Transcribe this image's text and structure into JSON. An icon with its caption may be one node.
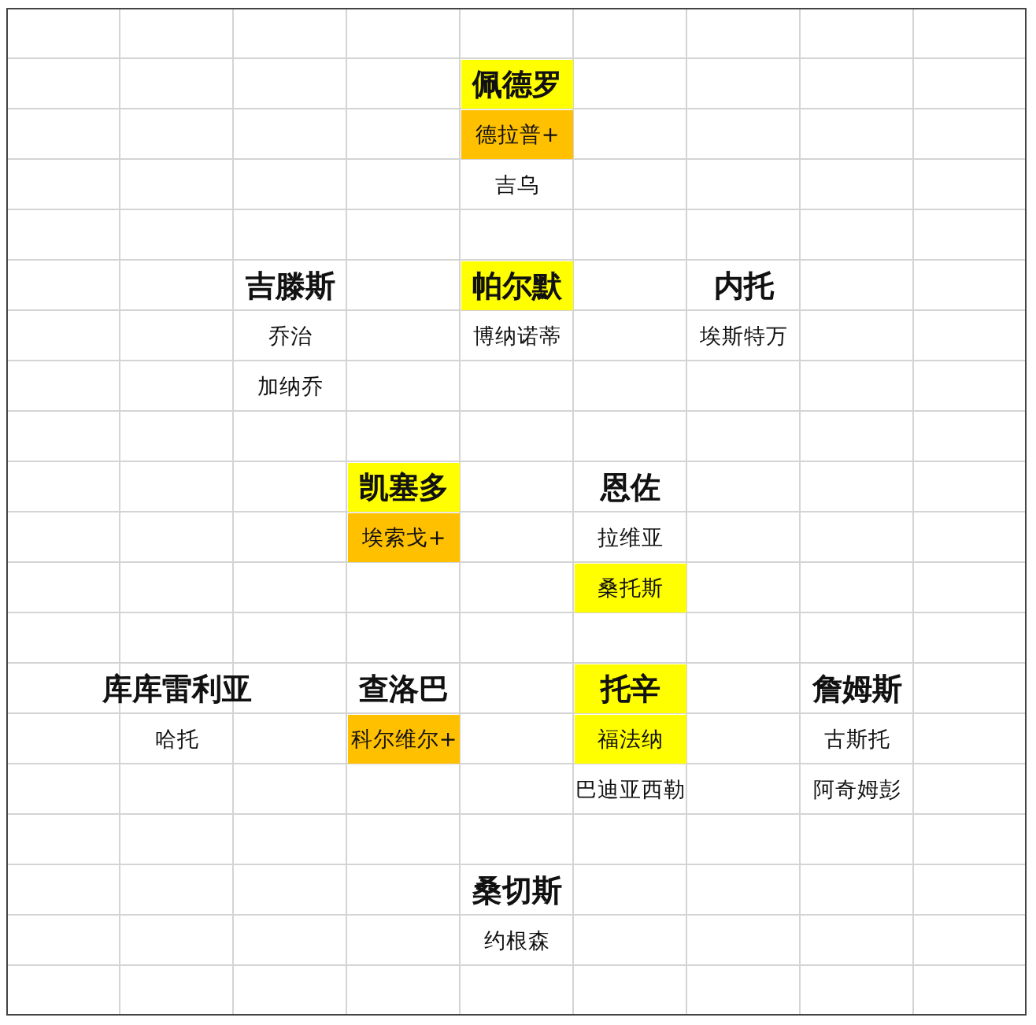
{
  "diagram": {
    "nodes": [
      {
        "text": [
          "佩德罗"
        ]
      },
      {
        "text": [
          "德拉普+"
        ]
      },
      {
        "text": [
          "吉乌"
        ]
      },
      {
        "text": [
          "吉滕斯"
        ]
      },
      {
        "text": [
          "帕尔默"
        ]
      },
      {
        "text": [
          "内托"
        ]
      },
      {
        "text": [
          "乔治"
        ]
      },
      {
        "text": [
          "博纳诺蒂"
        ]
      },
      {
        "text": [
          "埃斯特万"
        ]
      },
      {
        "text": [
          "加纳乔"
        ]
      },
      {
        "text": [
          "凯塞多"
        ]
      },
      {
        "text": [
          "恩佐"
        ]
      },
      {
        "text": [
          "埃索戈+"
        ]
      },
      {
        "text": [
          "拉维亚"
        ]
      },
      {
        "text": [
          "桑托斯"
        ]
      },
      {
        "text": [
          "库库雷利亚"
        ]
      },
      {
        "text": [
          "查洛巴"
        ]
      },
      {
        "text": [
          "托辛"
        ]
      },
      {
        "text": [
          "詹姆斯"
        ]
      },
      {
        "text": [
          "哈托"
        ]
      },
      {
        "text": [
          "科尔维尔+"
        ]
      },
      {
        "text": [
          "福法纳"
        ]
      },
      {
        "text": [
          "古斯托"
        ]
      },
      {
        "text": [
          "巴迪亚西勒"
        ]
      },
      {
        "text": [
          "阿奇姆彭"
        ]
      },
      {
        "text": [
          "桑切斯"
        ]
      },
      {
        "text": [
          "约根森"
        ]
      }
    ]
  }
}
